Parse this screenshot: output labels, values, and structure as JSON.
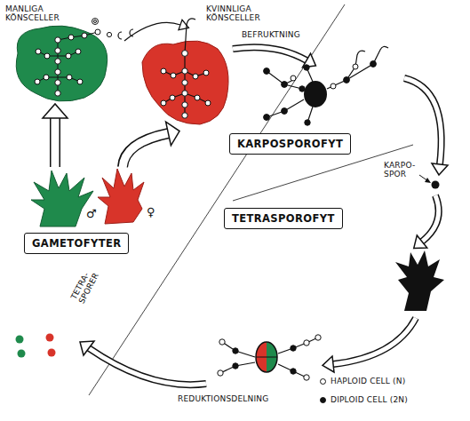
{
  "diagram": {
    "nodes": [
      {
        "text": [
          "KARPOSPOROFYT"
        ]
      },
      {
        "text": [
          "TETRASPOROFYT"
        ]
      },
      {
        "text": [
          "GAMETOFYTER"
        ]
      }
    ],
    "labels": [
      "MANLIGA KÖNSCELLER",
      "KVINNLIGA KÖNSCELLER",
      "BEFRUKTNING",
      "KARPO- SPOR",
      "♂",
      "♀",
      "TETRA- SPORER",
      "REDUKTIONSDELNING"
    ],
    "legend": [
      {
        "text": "HAPLOID CELL (N)"
      },
      {
        "text": "DIPLOID CELL (2N)"
      }
    ]
  }
}
